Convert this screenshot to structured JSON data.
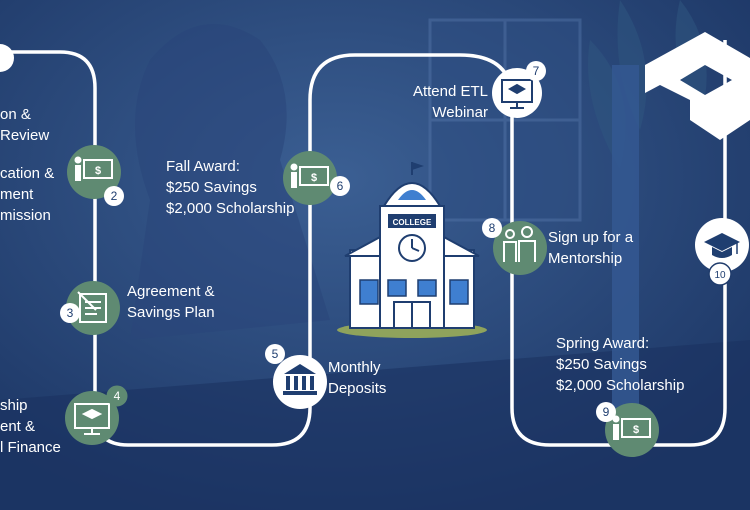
{
  "colors": {
    "background": "#203c6c",
    "circle_green": "#5f8a72",
    "path_line": "#ffffff",
    "building_blue": "#3f7fd0"
  },
  "steps": [
    {
      "number": "",
      "lines": [
        "on &",
        "Review"
      ],
      "icon": "person-icon"
    },
    {
      "number": "2",
      "lines": [
        "cation  &",
        "ment",
        "mission"
      ],
      "icon": "presenter-money-icon"
    },
    {
      "number": "3",
      "lines": [
        "Agreement &",
        "Savings Plan"
      ],
      "icon": "signed-document-icon"
    },
    {
      "number": "4",
      "lines": [
        "ship",
        "ent &",
        "l Finance"
      ],
      "icon": "monitor-graduation-icon"
    },
    {
      "number": "5",
      "lines": [
        "Monthly",
        "Deposits"
      ],
      "icon": "bank-icon"
    },
    {
      "number": "6",
      "lines": [
        "Fall Award:",
        "$250 Savings",
        "$2,000 Scholarship"
      ],
      "icon": "presenter-money-icon"
    },
    {
      "number": "7",
      "lines": [
        "Attend ETL",
        "Webinar"
      ],
      "icon": "monitor-graduation-icon"
    },
    {
      "number": "8",
      "lines": [
        "Sign up for a",
        "Mentorship"
      ],
      "icon": "people-icon"
    },
    {
      "number": "9",
      "lines": [
        "Spring Award:",
        "$250 Savings",
        "$2,000 Scholarship"
      ],
      "icon": "presenter-money-icon"
    },
    {
      "number": "10",
      "lines": [],
      "icon": "graduation-cap-icon"
    }
  ],
  "building": {
    "sign": "COLLEGE",
    "icon": "college-building-icon"
  },
  "logo": {
    "icon": "graduation-cap-logo-icon"
  }
}
